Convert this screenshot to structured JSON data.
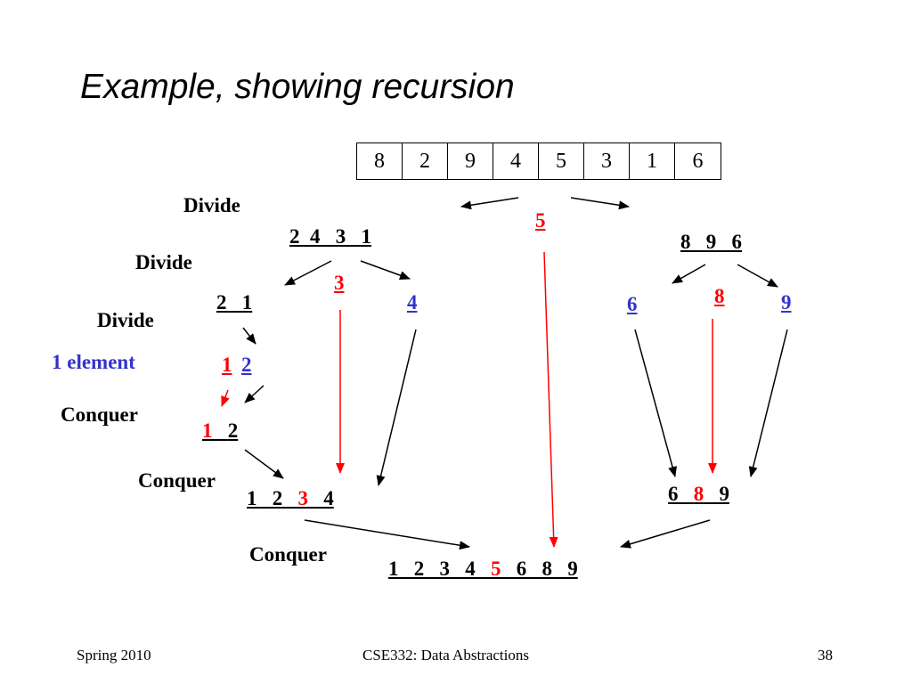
{
  "title": "Example, showing recursion",
  "array": [
    "8",
    "2",
    "9",
    "4",
    "5",
    "3",
    "1",
    "6"
  ],
  "labels": {
    "divide1": "Divide",
    "divide2": "Divide",
    "divide3": "Divide",
    "one_element": "1 element",
    "conquer1": "Conquer",
    "conquer2": "Conquer",
    "conquer3": "Conquer"
  },
  "nodes": {
    "pivot_top": "5",
    "left_group": "2  4   3   1",
    "right_group": "8   9   6",
    "pivot_left": "3",
    "left_right": "4",
    "left_left": "2   1",
    "pivot_right": "8",
    "right_left": "6",
    "right_right": "9",
    "elem_1": "1",
    "elem_2": "2",
    "conq_1": "1",
    "conq_2": "2",
    "merge_left": [
      "1   2   ",
      "3",
      "   4"
    ],
    "merge_right": [
      "6   ",
      "8",
      "   9"
    ],
    "final": [
      "1   2   3   4   ",
      "5",
      "   6   8   9"
    ]
  },
  "colors": {
    "pivot": "#ff0000",
    "singleton": "#3333cc",
    "arrow": "#000000"
  },
  "footer": {
    "left": "Spring 2010",
    "center": "CSE332: Data Abstractions",
    "right": "38"
  }
}
